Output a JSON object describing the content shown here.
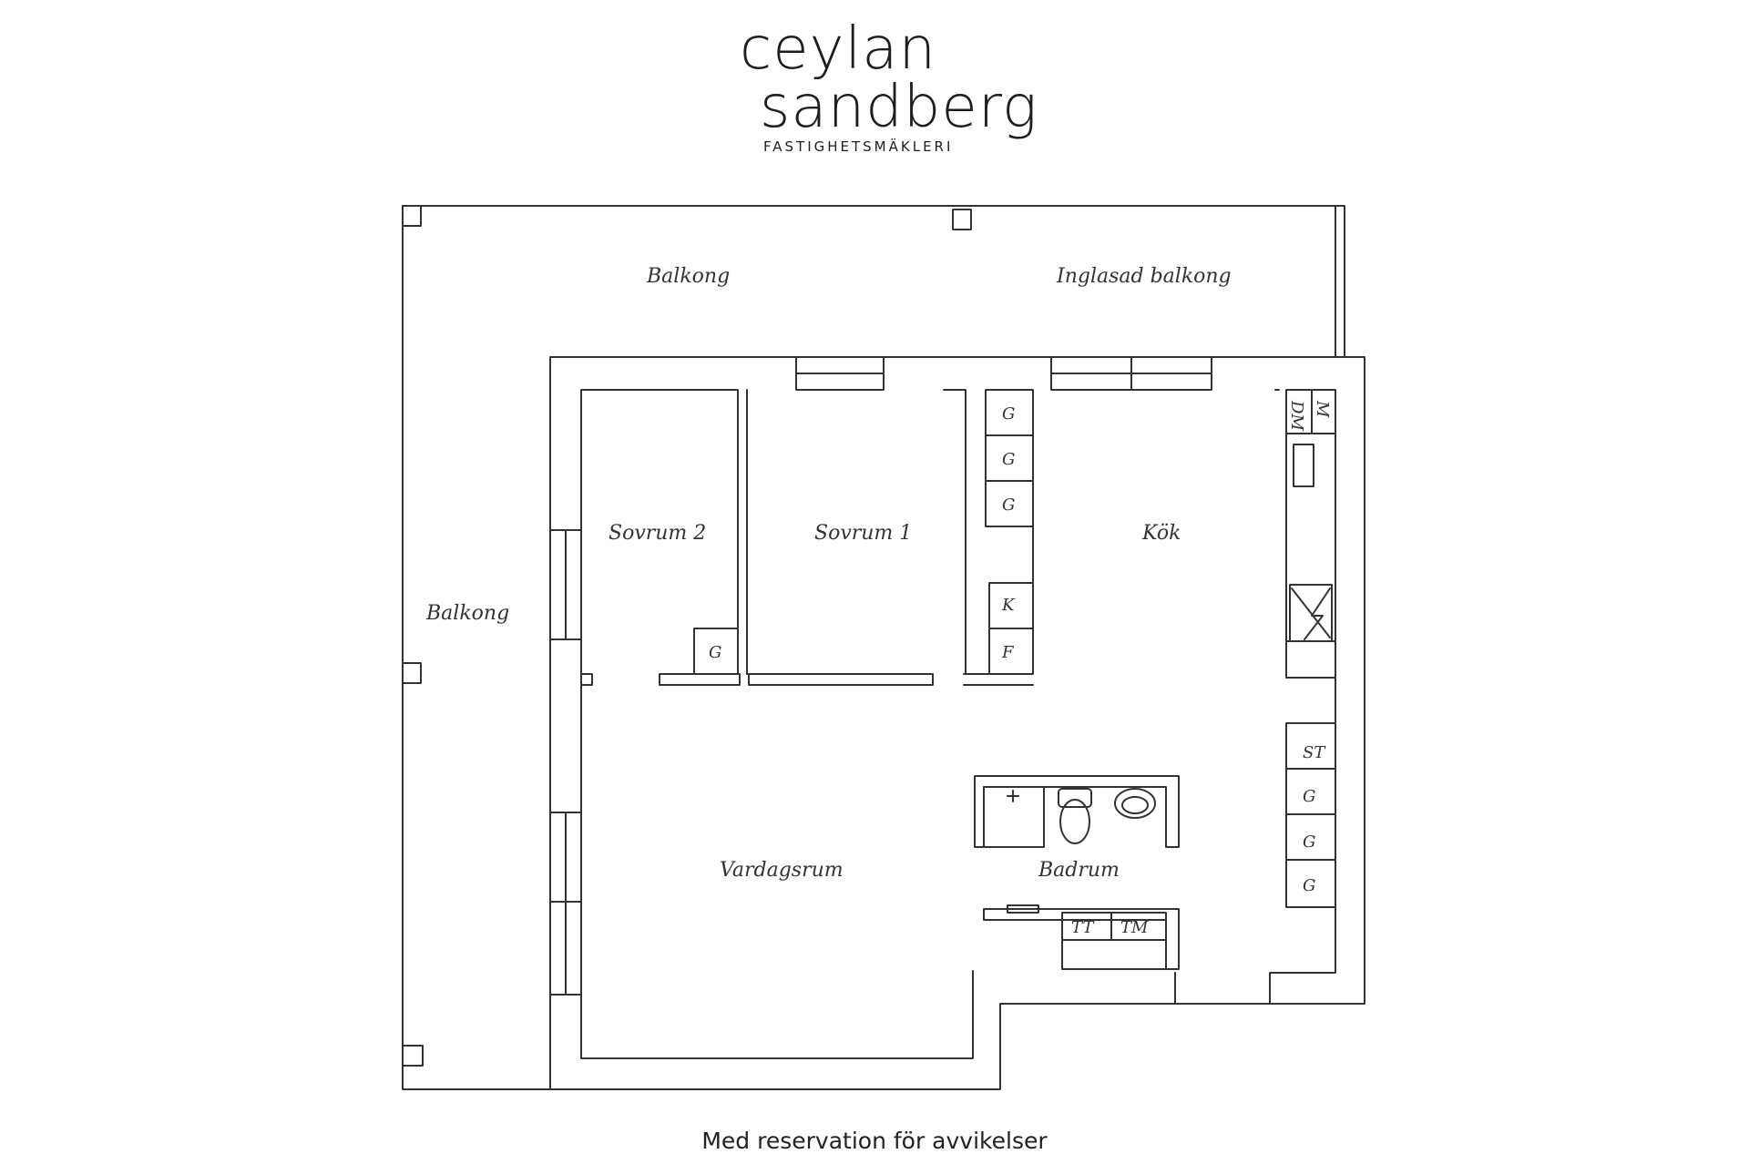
{
  "logo": {
    "line1": "ceylan",
    "line2": "sandberg",
    "subtitle": "FASTIGHETSMÄKLERI"
  },
  "rooms": {
    "balkong_top": "Balkong",
    "inglasad_balkong": "Inglasad balkong",
    "balkong_left": "Balkong",
    "sovrum2": "Sovrum 2",
    "sovrum1": "Sovrum 1",
    "kok": "Kök",
    "vardagsrum": "Vardagsrum",
    "badrum": "Badrum"
  },
  "fixtures": {
    "wardrobe": "G",
    "fridge": "K",
    "freezer": "F",
    "dishwasher": "DM",
    "microwave": "M",
    "storage": "ST",
    "tumble_dryer": "TT",
    "washing_machine": "TM"
  },
  "disclaimer": "Med reservation för avvikelser",
  "colors": {
    "line": "#333333",
    "background": "#ffffff"
  }
}
